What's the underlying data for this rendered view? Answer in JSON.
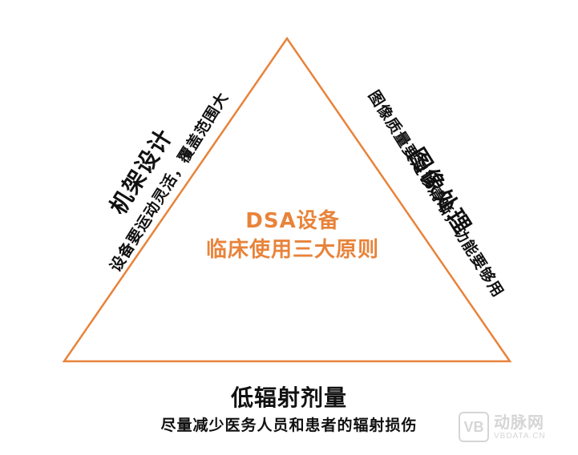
{
  "colors": {
    "accent": "#e8833a",
    "text": "#111111"
  },
  "center": {
    "line1": "DSA设备",
    "line2": "临床使用三大原则"
  },
  "left": {
    "title": "机架设计",
    "subtitle": "设备要运动灵活，覆盖范围大"
  },
  "right": {
    "title": "图像处理",
    "subtitle": "图像质量要足够清晰，功能要够用"
  },
  "bottom": {
    "title": "低辐射剂量",
    "subtitle": "尽量减少医务人员和患者的辐射损伤"
  },
  "watermark": {
    "logo": "VB",
    "cn": "动脉网",
    "en": "VBDATA.CN"
  }
}
